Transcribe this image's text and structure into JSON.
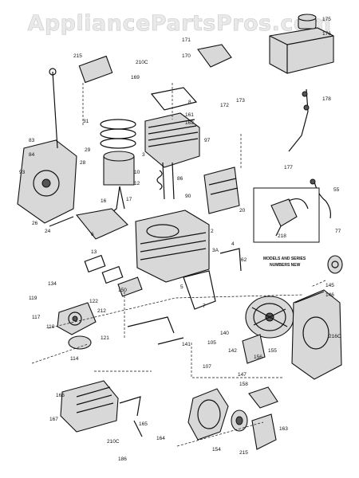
{
  "watermark": "AppliancePartsPros.com",
  "diagram": {
    "callouts": [
      {
        "id": "c-175",
        "t": "175"
      },
      {
        "id": "c-176",
        "t": "176"
      },
      {
        "id": "c-171",
        "t": "171"
      },
      {
        "id": "c-170",
        "t": "170"
      },
      {
        "id": "c-215",
        "t": "215"
      },
      {
        "id": "c-210c",
        "t": "210C"
      },
      {
        "id": "c-169",
        "t": "169"
      },
      {
        "id": "c-172",
        "t": "172"
      },
      {
        "id": "c-173",
        "t": "173"
      },
      {
        "id": "c-178",
        "t": "178"
      },
      {
        "id": "c-8",
        "t": "8"
      },
      {
        "id": "c-161",
        "t": "161"
      },
      {
        "id": "c-162",
        "t": "162"
      },
      {
        "id": "c-97",
        "t": "97"
      },
      {
        "id": "c-31",
        "t": "31"
      },
      {
        "id": "c-3",
        "t": "3"
      },
      {
        "id": "c-29",
        "t": "29"
      },
      {
        "id": "c-10",
        "t": "10"
      },
      {
        "id": "c-12",
        "t": "12"
      },
      {
        "id": "c-28",
        "t": "28"
      },
      {
        "id": "c-93",
        "t": "93"
      },
      {
        "id": "c-86",
        "t": "86"
      },
      {
        "id": "c-17",
        "t": "17"
      },
      {
        "id": "c-16",
        "t": "16"
      },
      {
        "id": "c-90",
        "t": "90"
      },
      {
        "id": "c-177",
        "t": "177"
      },
      {
        "id": "c-55",
        "t": "55"
      },
      {
        "id": "c-218",
        "t": "218"
      },
      {
        "id": "c-77",
        "t": "77"
      },
      {
        "id": "c-20",
        "t": "20"
      },
      {
        "id": "c-2",
        "t": "2"
      },
      {
        "id": "c-26",
        "t": "26"
      },
      {
        "id": "c-6",
        "t": "6"
      },
      {
        "id": "c-13",
        "t": "13"
      },
      {
        "id": "c-3a",
        "t": "3A"
      },
      {
        "id": "c-62",
        "t": "62"
      },
      {
        "id": "c-134",
        "t": "134"
      },
      {
        "id": "c-119",
        "t": "119"
      },
      {
        "id": "c-117",
        "t": "117"
      },
      {
        "id": "c-150",
        "t": "150"
      },
      {
        "id": "c-122",
        "t": "122"
      },
      {
        "id": "c-110",
        "t": "110"
      },
      {
        "id": "c-212",
        "t": "212"
      },
      {
        "id": "c-121",
        "t": "121"
      },
      {
        "id": "c-145",
        "t": "145"
      },
      {
        "id": "c-146",
        "t": "146"
      },
      {
        "id": "c-141",
        "t": "141"
      },
      {
        "id": "c-140",
        "t": "140"
      },
      {
        "id": "c-216c",
        "t": "216C"
      },
      {
        "id": "c-114",
        "t": "114"
      },
      {
        "id": "c-107",
        "t": "107"
      },
      {
        "id": "c-105",
        "t": "105"
      },
      {
        "id": "c-142",
        "t": "142"
      },
      {
        "id": "c-156",
        "t": "156"
      },
      {
        "id": "c-155",
        "t": "155"
      },
      {
        "id": "c-147",
        "t": "147"
      },
      {
        "id": "c-158",
        "t": "158"
      },
      {
        "id": "c-154",
        "t": "154"
      },
      {
        "id": "c-215b",
        "t": "215"
      },
      {
        "id": "c-163",
        "t": "163"
      },
      {
        "id": "c-167",
        "t": "167"
      },
      {
        "id": "c-166",
        "t": "166"
      },
      {
        "id": "c-210cb",
        "t": "210C"
      },
      {
        "id": "c-165",
        "t": "165"
      },
      {
        "id": "c-164",
        "t": "164"
      },
      {
        "id": "c-186",
        "t": "186"
      },
      {
        "id": "c-83",
        "t": "83"
      },
      {
        "id": "c-84",
        "t": "84"
      },
      {
        "id": "c-24",
        "t": "24"
      },
      {
        "id": "c-4",
        "t": "4"
      },
      {
        "id": "c-7",
        "t": "7"
      },
      {
        "id": "c-5",
        "t": "5"
      }
    ],
    "note_line1": "MODELS AND SERIES",
    "note_line2": "NUMBERS NEW"
  }
}
